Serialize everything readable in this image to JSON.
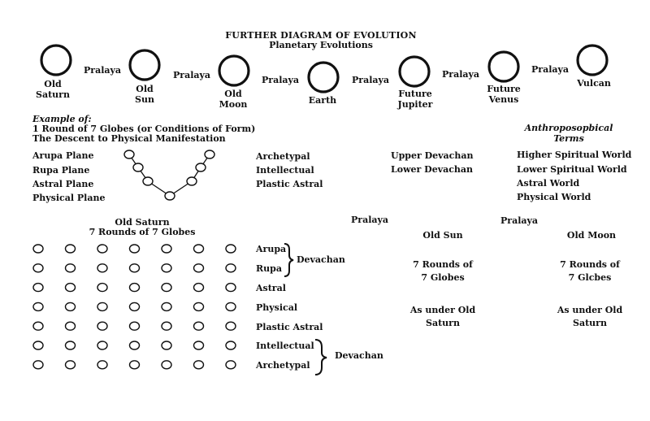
{
  "header": {
    "title": "FURTHER DIAGRAM OF EVOLUTION",
    "subtitle": "Planetary Evolutions"
  },
  "planets": [
    {
      "lines": [
        "Old",
        "Saturn"
      ]
    },
    {
      "lines": [
        "Old",
        "Sun"
      ]
    },
    {
      "lines": [
        "Old",
        "Moon"
      ]
    },
    {
      "lines": [
        "Earth"
      ]
    },
    {
      "lines": [
        "Future",
        "Jupiter"
      ]
    },
    {
      "lines": [
        "Future",
        "Venus"
      ]
    },
    {
      "lines": [
        "Vulcan"
      ]
    }
  ],
  "pralaya_label": "Pralaya",
  "example": {
    "heading": "Example of:",
    "line1": "1 Round of 7 Globes (or Conditions of Form)",
    "line2": "The Descent to Physical Manifestation"
  },
  "anthroposophical": {
    "line1": "Anthroposopbical",
    "line2": "Terms"
  },
  "planes": [
    "Arupa Plane",
    "Rupa Plane",
    "Astral Plane",
    "Physical Plane"
  ],
  "conditions": [
    "Archetypal",
    "Intellectual",
    "Plastic Astral"
  ],
  "devachan_terms": [
    "Upper Devachan",
    "Lower Devachan"
  ],
  "anthro_terms": [
    "Higher Spiritual World",
    "Lower Spiritual World",
    "Astral World",
    "Physical World"
  ],
  "old_saturn_section": {
    "title": "Old Saturn",
    "subtitle": "7 Rounds of 7 Globes",
    "grid_rows": 7,
    "grid_cols": 7
  },
  "grid_labels": [
    "Arupa",
    "Rupa",
    "Astral",
    "Physical",
    "Plastic Astral",
    "Intellectual",
    "Archetypal"
  ],
  "devachan_label": "Devachan",
  "right_columns": [
    {
      "pralaya": "Pralaya",
      "name": "Old Sun",
      "rounds": [
        "7 Rounds of",
        "7 Globes"
      ],
      "note": [
        "As under Old",
        "Saturn"
      ]
    },
    {
      "pralaya": "Pralaya",
      "name": "Old Moon",
      "rounds": [
        "7 Rounds of",
        "7 Glcbes"
      ],
      "note": [
        "As under Old",
        "Saturn"
      ]
    }
  ]
}
